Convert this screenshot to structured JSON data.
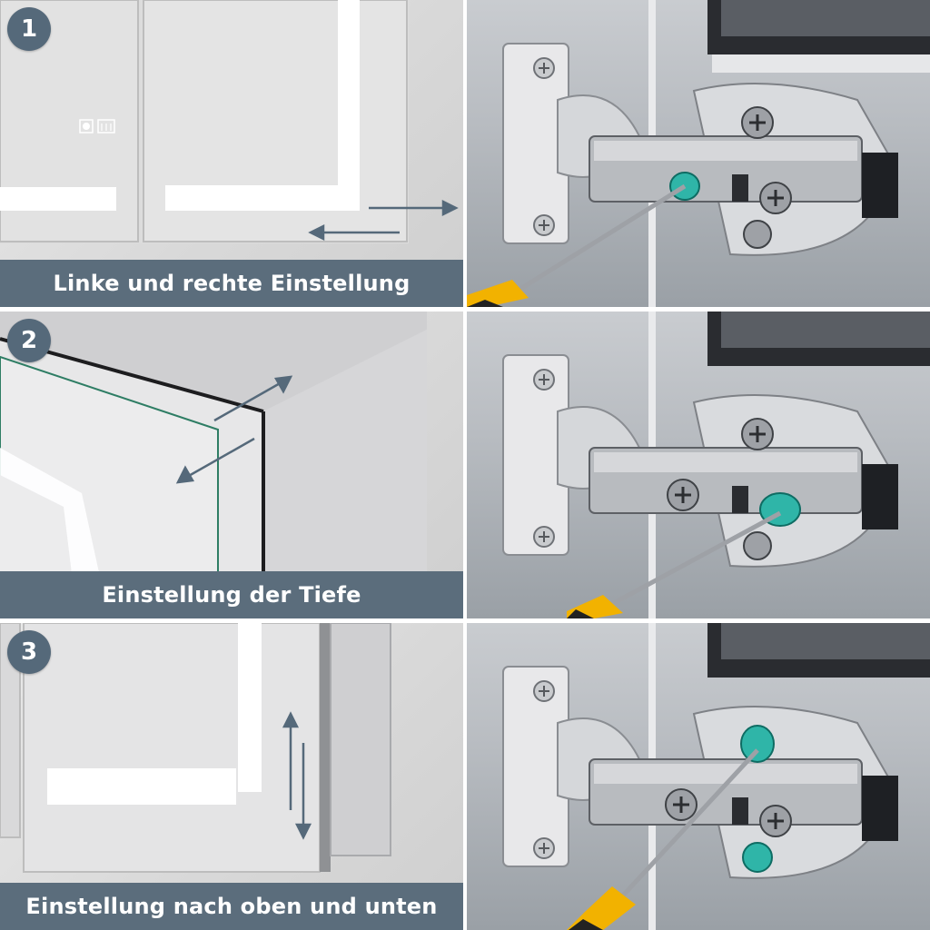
{
  "steps": [
    {
      "number": "1",
      "caption": "Linke und rechte Einstellung"
    },
    {
      "number": "2",
      "caption": "Einstellung der Tiefe"
    },
    {
      "number": "3",
      "caption": "Einstellung nach oben und unten"
    }
  ],
  "colors": {
    "accent": "#55697a",
    "caption_bar": "#5b6d7c",
    "highlight": "#2fb5a8",
    "screwdriver_handle": "#f2b200"
  },
  "icons": [
    "mirror-brightness-icon",
    "defog-icon",
    "arrow-icon",
    "screw-icon",
    "screwdriver-icon",
    "hinge-icon"
  ]
}
